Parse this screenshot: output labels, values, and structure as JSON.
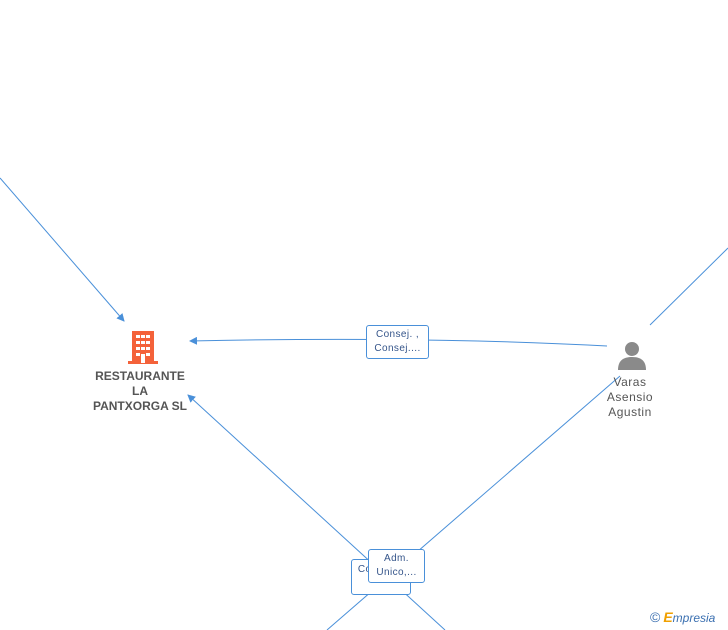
{
  "nodes": {
    "company": {
      "label": "RESTAURANTE\nLA\nPANTXORGA SL",
      "icon": "building-icon",
      "color": "#f4623a"
    },
    "person": {
      "label": "Varas\nAsensio\nAgustin",
      "icon": "person-icon",
      "color": "#8a8a8a"
    }
  },
  "edges": [
    {
      "label": "Consej. ,\nConsej...."
    },
    {
      "label": "Consej...."
    },
    {
      "label": "Adm.\nUnico,..."
    }
  ],
  "colors": {
    "edge": "#4a90d9",
    "company": "#f4623a",
    "person": "#8a8a8a"
  },
  "footer": {
    "copyright": "©",
    "brand_initial": "E",
    "brand_rest": "mpresia"
  }
}
